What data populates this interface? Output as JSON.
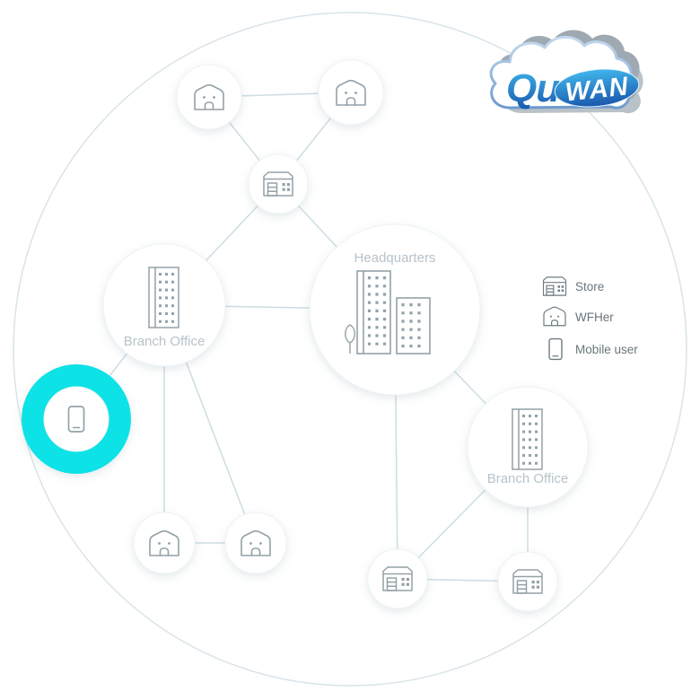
{
  "diagram": {
    "logo": {
      "qu": "Qu",
      "wan": "WAN"
    },
    "nodes": {
      "headquarters": {
        "label": "Headquarters"
      },
      "branch_office_left": {
        "label": "Branch Office"
      },
      "branch_office_right": {
        "label": "Branch Office"
      }
    },
    "legend": [
      {
        "label": "Store"
      },
      {
        "label": "WFHer"
      },
      {
        "label": "Mobile user"
      }
    ],
    "colors": {
      "accent": "#0CE2E6",
      "line": "#CCDDE3",
      "icon": "#93A1A8",
      "node_label": "#B7C3CB",
      "legend_text": "#68757D",
      "logo_blue_light": "#3FB6EC",
      "logo_blue_dark": "#1A57AD"
    }
  }
}
